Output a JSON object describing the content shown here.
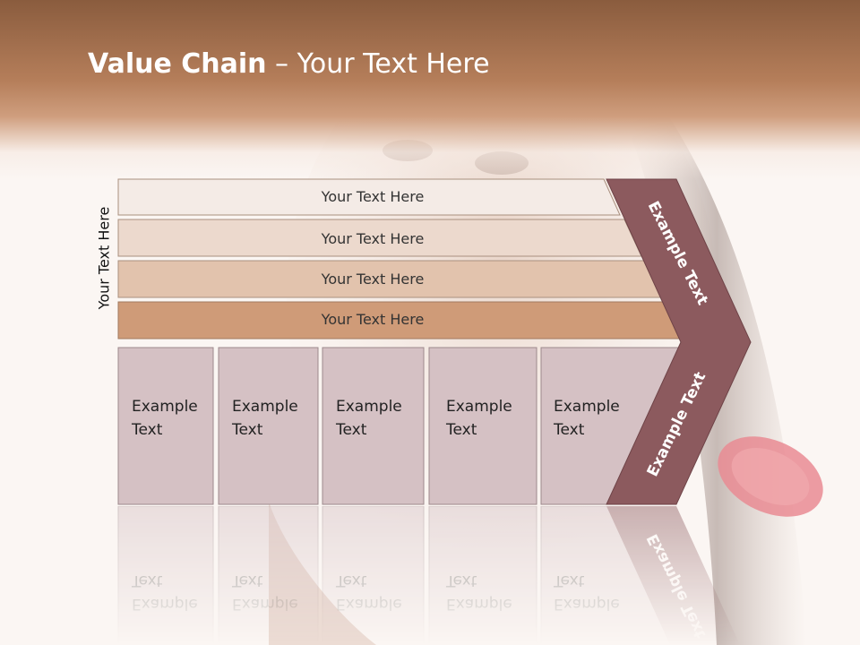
{
  "slide": {
    "title_bold": "Value Chain",
    "title_rest": " – Your Text Here",
    "side_label": "Your Text Here"
  },
  "bars": [
    {
      "label": "Your Text Here"
    },
    {
      "label": "Your Text Here"
    },
    {
      "label": "Your Text Here"
    },
    {
      "label": "Your Text Here"
    }
  ],
  "boxes": [
    {
      "line1": "Example",
      "line2": "Text"
    },
    {
      "line1": "Example",
      "line2": "Text"
    },
    {
      "line1": "Example",
      "line2": "Text"
    },
    {
      "line1": "Example",
      "line2": "Text"
    },
    {
      "line1": "Example",
      "line2": "Text"
    }
  ],
  "chevron": {
    "upper_label": "Example Text",
    "lower_label": "Example Text"
  },
  "colors": {
    "header": "#b57e5a",
    "bar1": "#f4ebe6",
    "bar2": "#ecd9cd",
    "bar3": "#e2c3ad",
    "bar4": "#cf9b78",
    "box": "#d5c1c4",
    "chevron": "#8c5a5e"
  }
}
